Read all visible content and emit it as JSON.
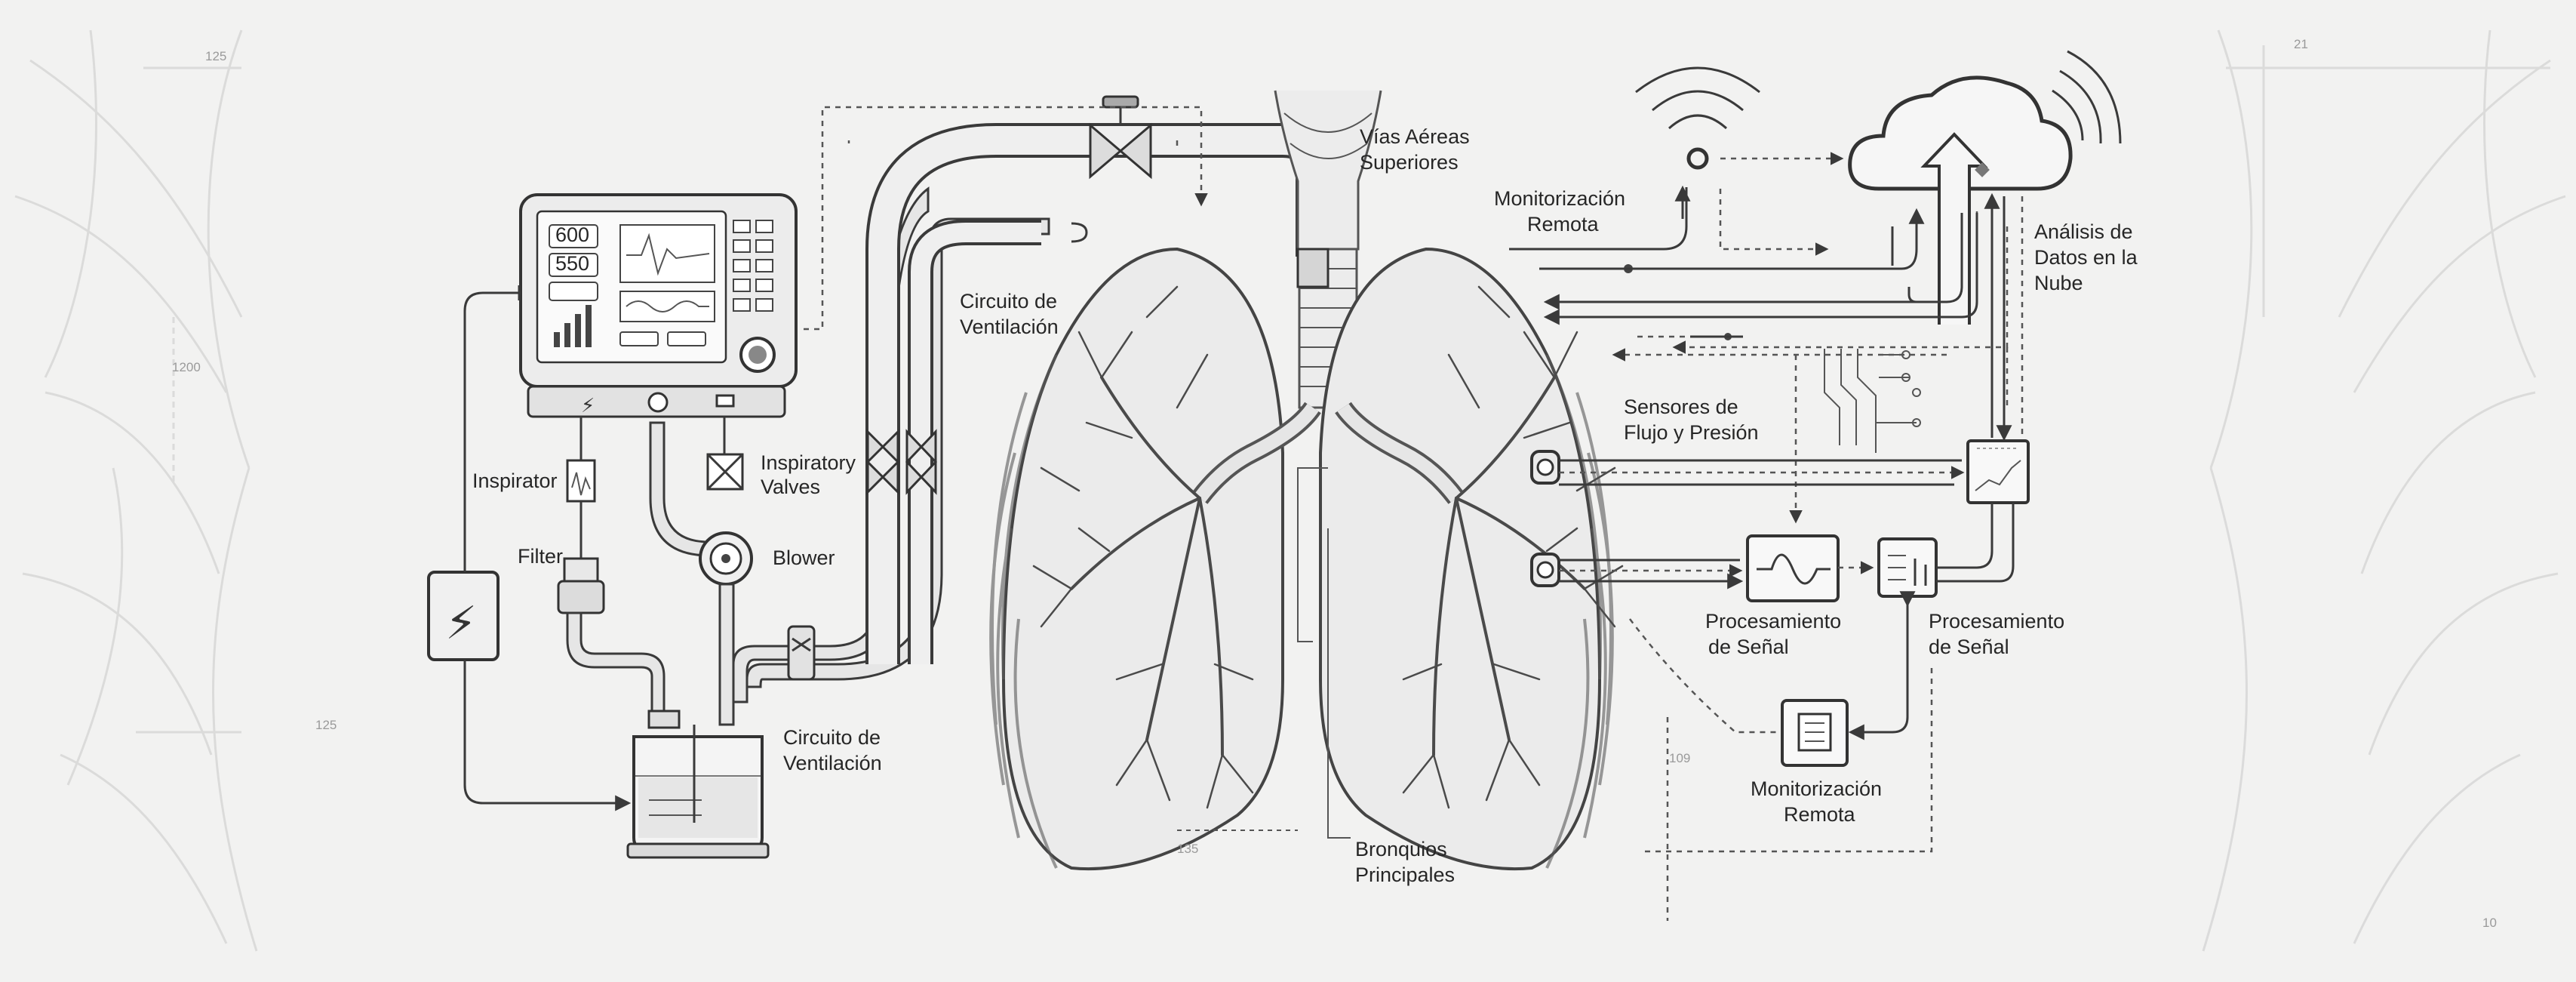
{
  "labels": {
    "inspirator": "Inspirator",
    "inspiratory_valves": [
      "Inspiratory",
      "Valves"
    ],
    "filter": "Filter",
    "blower": "Blower",
    "circuit_upper": [
      "Circuito de",
      "Ventilación"
    ],
    "circuit_lower": [
      "Circuito de",
      "Ventilación"
    ],
    "upper_airways": [
      "Vías Aéreas",
      "Superiores"
    ],
    "main_bronchi": [
      "Bronquios",
      "Principales"
    ],
    "remote_monitoring_top": [
      "Monitorización",
      "Remota"
    ],
    "cloud_analysis": [
      "Análisis de",
      "Datos en la",
      "Nube"
    ],
    "flow_pressure_sensors": [
      "Sensores de",
      "Flujo y Presión"
    ],
    "signal_processing_1": [
      "Procesamiento",
      "de Señal"
    ],
    "signal_processing_2": [
      "Procesamiento",
      "de Señal"
    ],
    "remote_monitoring_bottom": [
      "Monitorización",
      "Remota"
    ]
  },
  "dimensions": {
    "left_top": "125",
    "left_mid": "1200",
    "left_bottom": "125",
    "bottom_center": "135",
    "right_lower": "109",
    "right_top": "21",
    "right_bottom": "10"
  },
  "monitor_readouts": [
    "600",
    "550"
  ],
  "icons": [
    "wifi-icon",
    "cloud-icon",
    "lightning-icon",
    "gear-icon",
    "sine-wave-icon",
    "chart-icon",
    "chip-icon"
  ]
}
